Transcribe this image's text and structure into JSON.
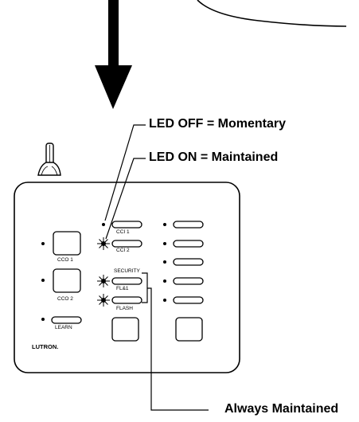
{
  "callouts": {
    "led_off": "LED OFF = Momentary",
    "led_on": "LED ON = Maintained",
    "always": "Always Maintained"
  },
  "panel": {
    "brand": "LUTRON.",
    "buttons": {
      "cco1": "CCO 1",
      "cco2": "CCO 2",
      "learn": "LEARN",
      "cci1": "CCI 1",
      "cci2": "CCI 2",
      "security": "SECURITY",
      "fl1": "FL&1",
      "flash": "FLASH"
    }
  },
  "led_states": {
    "cci1": "off",
    "cci2": "on",
    "fl1": "on",
    "flash": "on"
  },
  "colors": {
    "ink": "#000000",
    "paper": "#ffffff"
  }
}
